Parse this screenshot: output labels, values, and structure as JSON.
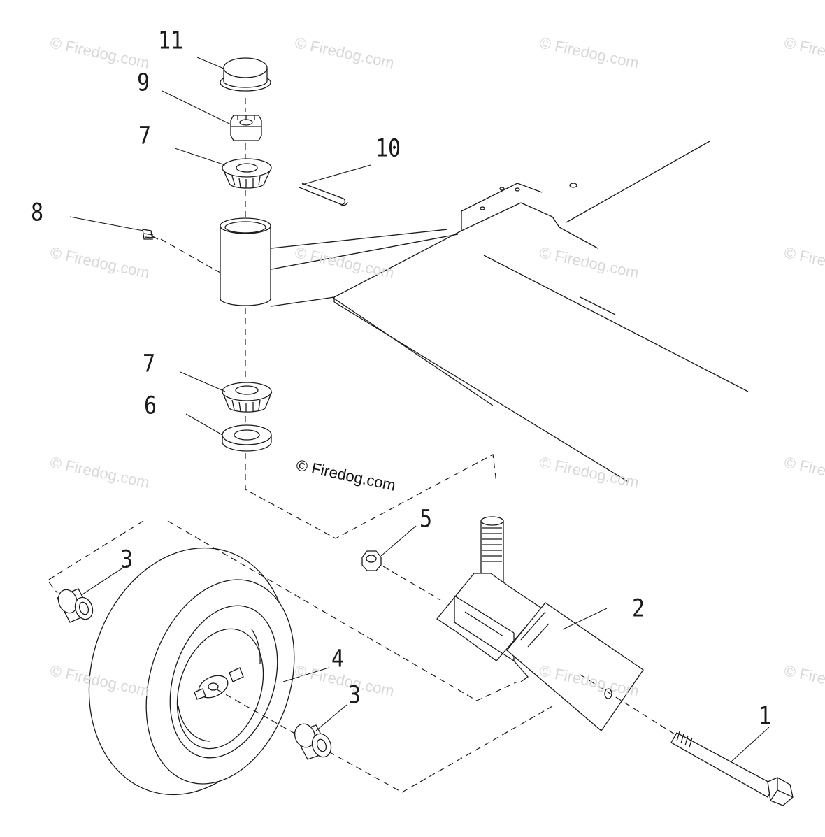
{
  "watermark": {
    "text": "© Firedog.com",
    "main_text": "© Firedog.com"
  },
  "callouts": {
    "c11": "11",
    "c9": "9",
    "c7_upper": "7",
    "c10": "10",
    "c8": "8",
    "c7_lower": "7",
    "c6": "6",
    "c5": "5",
    "c3_upper": "3",
    "c2": "2",
    "c4": "4",
    "c3_lower": "3",
    "c1": "1"
  },
  "colors": {
    "line": "#1a1a1a",
    "watermark": "#d8d8d8"
  }
}
